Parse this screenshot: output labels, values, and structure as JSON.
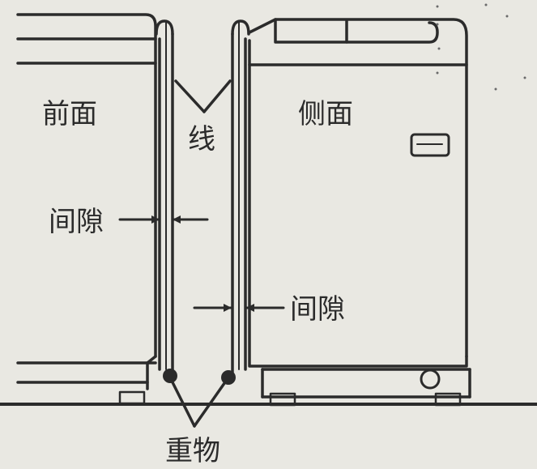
{
  "labels": {
    "front": "前面",
    "side": "侧面",
    "string": "线",
    "gap_left": "间隙",
    "gap_right": "间隙",
    "weight": "重物"
  },
  "colors": {
    "ink": "#2b2b2b",
    "paper": "#e9e8e2"
  }
}
